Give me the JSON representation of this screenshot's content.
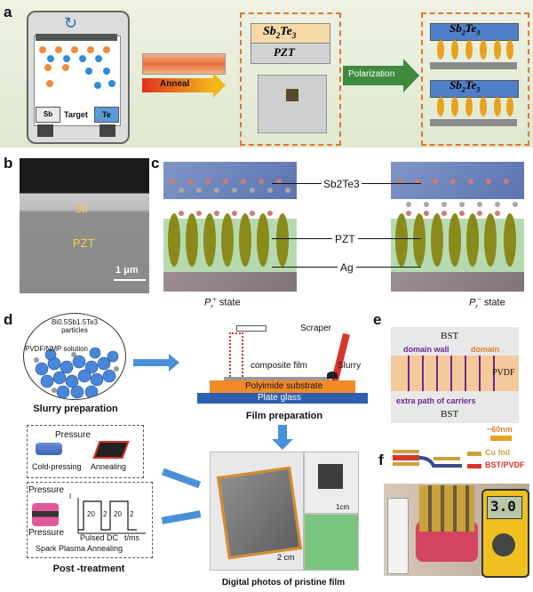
{
  "panel_a": {
    "label": "a",
    "target_text": "Target",
    "sb2te3": "Sb",
    "te": "Te",
    "anneal": "Anneal",
    "film_top_sub": "2",
    "film_top_base": "Sb",
    "film_top_te": "Te",
    "film_top_sub2": "3",
    "pzt": "PZT",
    "polarization": "Polarization"
  },
  "panel_b": {
    "label": "b",
    "sb2te3": "Sb",
    "pzt": "PZT",
    "scale": "1 μm"
  },
  "panel_c": {
    "label": "c",
    "sb2te3": "Sb2Te3",
    "pzt": "PZT",
    "ag": "Ag",
    "state_plus": "state",
    "state_minus": "state",
    "pr": "P"
  },
  "panel_d": {
    "label": "d",
    "particles": "Bi0.5Sb1.5Te3 particles",
    "solution": "PVDF/NMP solution",
    "slurry_prep": "Slurry preparation",
    "scraper": "Scraper",
    "composite": "composite film",
    "slurry": "Slurry",
    "polyimide": "Polyimide substrate",
    "plate": "Plate glass",
    "film_prep": "Film preparation",
    "pressure1": "Pressure",
    "cold": "Cold-pressing",
    "annealing": "Annealing",
    "pressure2": "Pressure",
    "pressure3": "Pressure",
    "pulsed": "Pulsed DC",
    "tms": "t/ms",
    "i_axis": "I",
    "n20a": "20",
    "n2a": "2",
    "n20b": "20",
    "n2b": "2",
    "spark": "Spark Plasma Annealing",
    "post": "Post -treatment",
    "scale_1cm": "1cm",
    "scale_2cm": "2 cm",
    "digital": "Digital photos of pristine film"
  },
  "panel_e": {
    "label": "e",
    "bst_top": "BST",
    "domain_wall": "domain wall",
    "domain": "domain",
    "pvdf": "PVDF",
    "extra": "extra path of carriers",
    "bst_bottom": "BST",
    "nm": "~60nm"
  },
  "panel_f": {
    "label": "f",
    "cu": "Cu foil",
    "bst": "BST/PVDF",
    "meter": "3.0"
  }
}
